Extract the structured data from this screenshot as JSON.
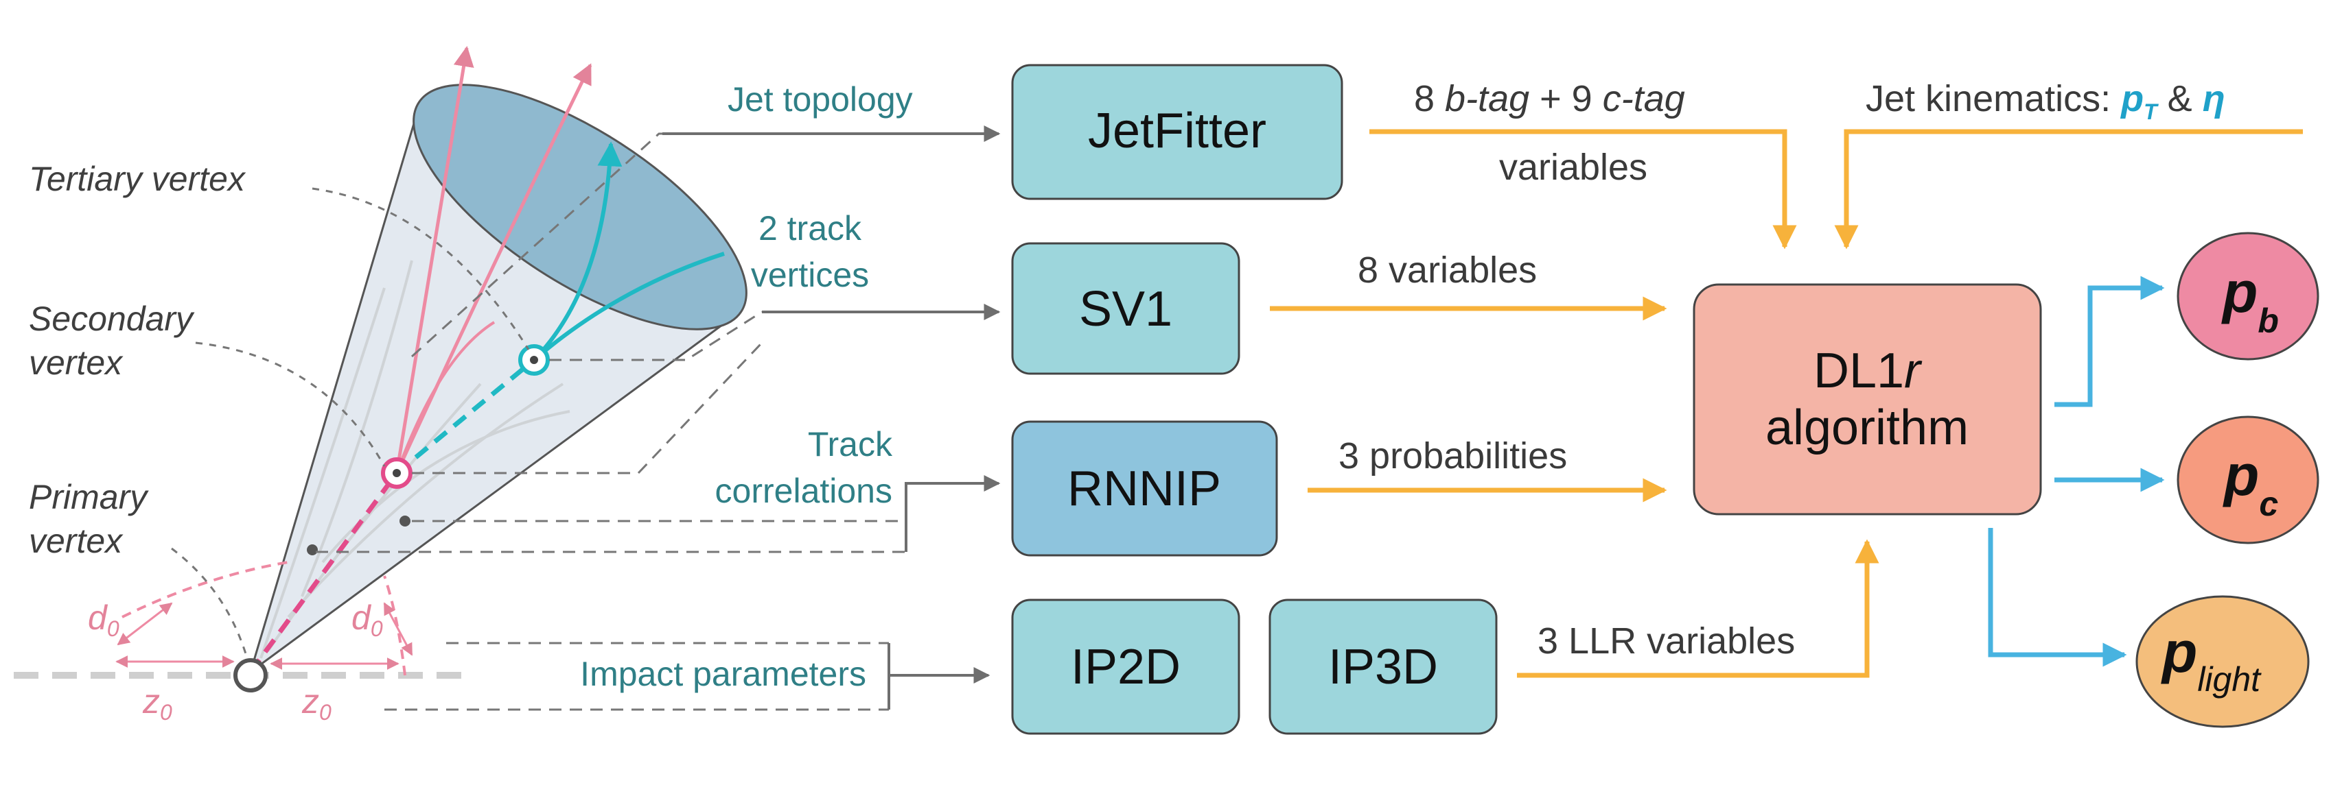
{
  "detector": {
    "tertiary_vertex": "Tertiary vertex",
    "secondary_vertex": [
      "Secondary",
      "vertex"
    ],
    "primary_vertex": [
      "Primary",
      "vertex"
    ],
    "d0": "d",
    "z0": "z",
    "param_sub": "0"
  },
  "inputs": {
    "jet_topology": "Jet topology",
    "two_track_vertices": [
      "2 track",
      "vertices"
    ],
    "track_correlations": [
      "Track",
      "correlations"
    ],
    "impact_parameters": "Impact parameters"
  },
  "taggers": {
    "jetfitter": "JetFitter",
    "sv1": "SV1",
    "rnnip": "RNNIP",
    "ip2d": "IP2D",
    "ip3d": "IP3D"
  },
  "flows": {
    "jetfitter_vars": {
      "part1": "8 ",
      "btag": "b-tag",
      "part2": " + 9 ",
      "ctag": "c-tag",
      "line2": "variables"
    },
    "sv1_vars": "8 variables",
    "rnnip_vars": "3 probabilities",
    "llr_vars": "3 LLR variables",
    "kinematics": {
      "prefix": "Jet kinematics: ",
      "pt": "p",
      "pt_sub": "T",
      "amp": " & ",
      "eta": "η"
    }
  },
  "algorithm": {
    "line1_prefix": "DL1",
    "line1_suffix": "r",
    "line2": "algorithm"
  },
  "outputs": {
    "p": "p",
    "b": "b",
    "c": "c",
    "light": "light"
  },
  "colors": {
    "tagger_light": "#9dd6dc",
    "tagger_rnnip": "#8ec4dd",
    "algorithm_fill": "#f4b4a6",
    "pb_fill": "#ee8aa3",
    "pc_fill": "#f69b7f",
    "plight_fill": "#f4be7c",
    "flow_orange": "#f7b23b",
    "flow_blue": "#48b3e0",
    "teal_text": "#2f7f86",
    "kinematics_blue": "#1fa1c9",
    "pink": "#e3839a",
    "track_teal": "#20b9c4"
  }
}
